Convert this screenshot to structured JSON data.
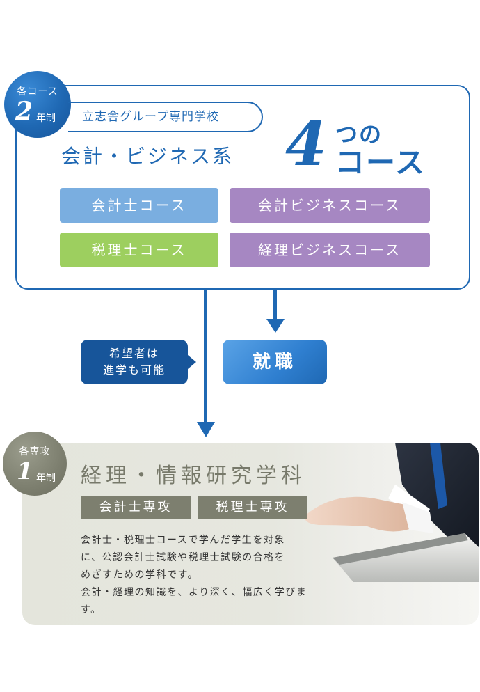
{
  "top": {
    "badge": {
      "line1": "各コース",
      "number": "2",
      "unit": "年制"
    },
    "school_name": "立志舎グループ専門学校",
    "title": "会計・ビジネス系",
    "big_number": "4",
    "big_suffix_top": "つの",
    "big_suffix_bottom": "コース",
    "courses": [
      {
        "label": "会計士コース",
        "color": "#7aaee0"
      },
      {
        "label": "会計ビジネスコース",
        "color": "#a687c2"
      },
      {
        "label": "税理士コース",
        "color": "#9dcf5f"
      },
      {
        "label": "経理ビジネスコース",
        "color": "#a687c2"
      }
    ]
  },
  "flow": {
    "advance_line1": "希望者は",
    "advance_line2": "進学も可能",
    "employment": "就職"
  },
  "bottom": {
    "badge": {
      "line1": "各専攻",
      "number": "1",
      "unit": "年制"
    },
    "title": "経理・情報研究学科",
    "majors": [
      "会計士専攻",
      "税理士専攻"
    ],
    "description": [
      "会計士・税理士コースで学んだ学生を対象",
      "に、公認会計士試験や税理士試験の合格を",
      "めざすための学科です。",
      "会計・経理の知識を、より深く、幅広く学びま",
      "す。"
    ]
  },
  "colors": {
    "primary": "#1f68b3",
    "olive": "#7d7f6f"
  }
}
